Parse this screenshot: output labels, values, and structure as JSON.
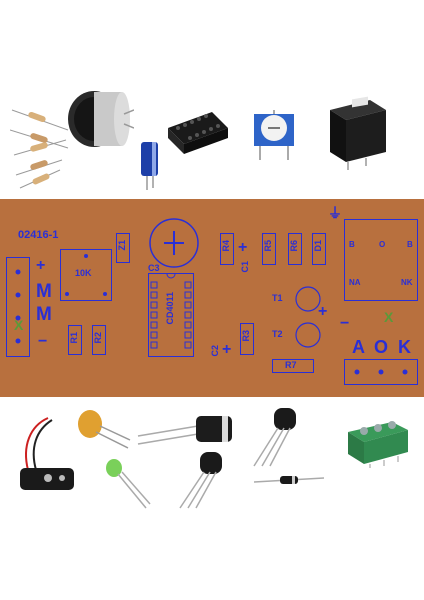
{
  "board": {
    "code": "02416-1",
    "pot_label": "10K",
    "ic_label": "CD4011",
    "ic_ref": "C3",
    "sign_plus": "+",
    "sign_minus": "−",
    "input_letters": [
      "M",
      "M"
    ],
    "input_mark": "X",
    "resistors": [
      "R1",
      "R2",
      "R3",
      "R4",
      "R5",
      "R6",
      "R7"
    ],
    "caps": [
      "C1",
      "C2"
    ],
    "diode_refs": [
      "Z1",
      "D1"
    ],
    "transistors": [
      "T1",
      "T2"
    ],
    "relay_pins": [
      "B",
      "O",
      "B",
      "NA",
      "NK"
    ],
    "output_labels": [
      "A",
      "O",
      "K"
    ],
    "output_mark": "X"
  },
  "colors": {
    "pcb": "#b8703e",
    "silkscreen": "#2a2fd6",
    "background": "#ffffff"
  },
  "components_top": [
    "resistors-icon",
    "microphone-icon",
    "capacitor-icon",
    "ic-socket-icon",
    "trimmer-pot-icon",
    "relay-icon"
  ],
  "components_bottom": [
    "battery-clip-icon",
    "ceramic-cap-icon",
    "electrolytic-cap-icon",
    "transistor-icon",
    "terminal-block-icon",
    "led-icon",
    "transistor-icon",
    "diode-icon"
  ]
}
